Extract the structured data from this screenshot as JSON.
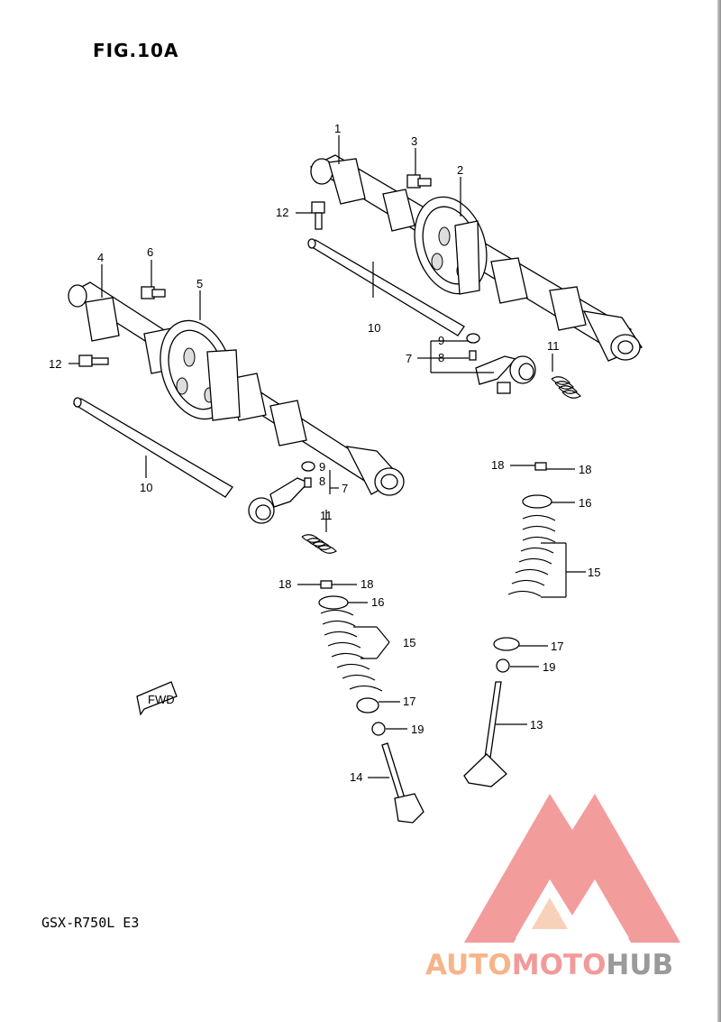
{
  "figure": {
    "title": "FIG.10A",
    "model": "GSX-R750L E3",
    "fwd_label": "FWD"
  },
  "callouts": {
    "c1": "1",
    "c2": "2",
    "c3": "3",
    "c4": "4",
    "c5": "5",
    "c6": "6",
    "c7a": "7",
    "c7b": "7",
    "c8a": "8",
    "c8b": "8",
    "c9a": "9",
    "c9b": "9",
    "c10a": "10",
    "c10b": "10",
    "c11a": "11",
    "c11b": "11",
    "c12a": "12",
    "c12b": "12",
    "c13": "13",
    "c14": "14",
    "c15a": "15",
    "c15b": "15",
    "c16a": "16",
    "c16b": "16",
    "c17a": "17",
    "c17b": "17",
    "c18a": "18",
    "c18b": "18",
    "c18c": "18",
    "c18d": "18",
    "c19a": "19",
    "c19b": "19"
  },
  "watermark": {
    "part_a": "AUTO",
    "part_b": "MOTO",
    "part_c": "HUB",
    "colors": {
      "orange": "#f7b48a",
      "pink": "#f29a9a",
      "grey": "#9a9a9a",
      "logo": "#f28b8b"
    }
  }
}
